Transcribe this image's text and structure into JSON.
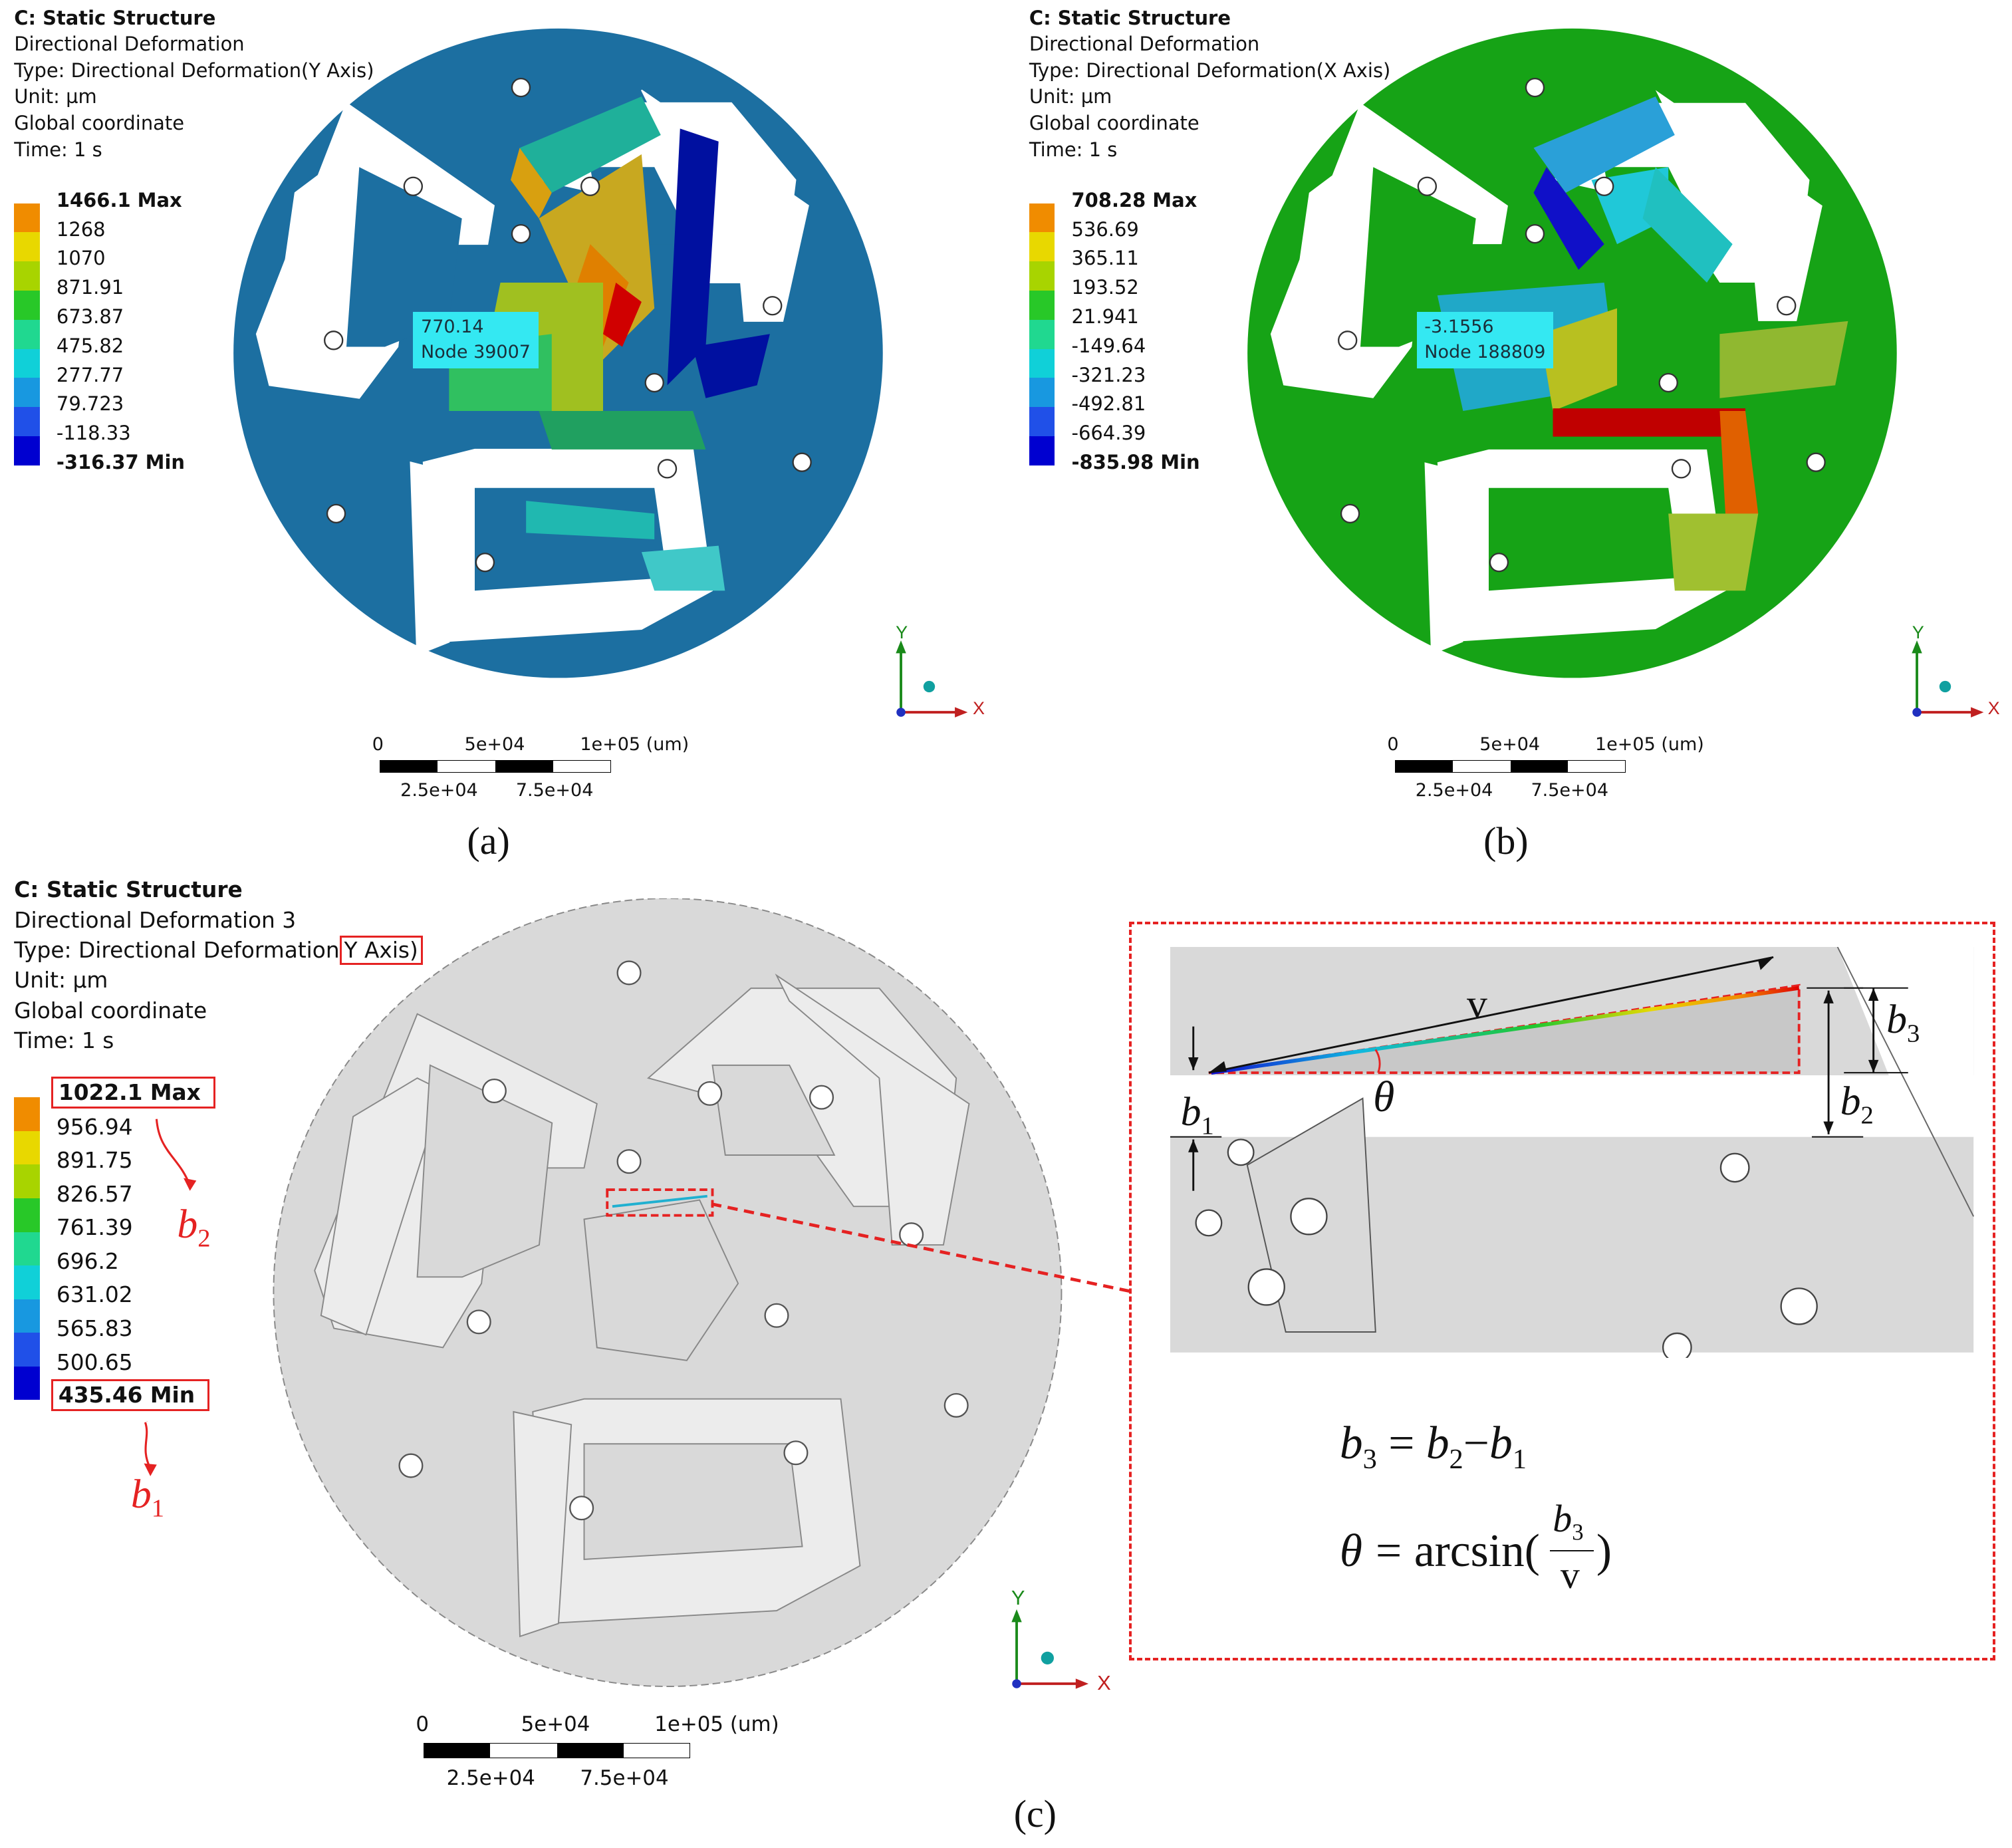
{
  "panel_a": {
    "header": [
      "C: Static Structure",
      "Directional Deformation",
      "Type: Directional Deformation(Y Axis)",
      "Unit: µm",
      "Global coordinate",
      "Time: 1 s"
    ],
    "legend": [
      "1466.1 Max",
      "1268",
      "1070",
      "871.91",
      "673.87",
      "475.82",
      "277.77",
      "79.723",
      "-118.33",
      "-316.37 Min"
    ],
    "probe": [
      "770.14",
      "Node 39007"
    ],
    "label": "(a)"
  },
  "panel_b": {
    "header": [
      "C: Static Structure",
      "Directional Deformation",
      "Type: Directional Deformation(X Axis)",
      "Unit: µm",
      "Global coordinate",
      "Time: 1 s"
    ],
    "legend": [
      "708.28 Max",
      "536.69",
      "365.11",
      "193.52",
      "21.941",
      "-149.64",
      "-321.23",
      "-492.81",
      "-664.39",
      "-835.98 Min"
    ],
    "probe": [
      "-3.1556",
      "Node 188809"
    ],
    "label": "(b)"
  },
  "panel_c": {
    "header": [
      "C: Static Structure",
      "Directional Deformation 3",
      "Type: Directional Deformation",
      "Y Axis)",
      "Unit: µm",
      "Global coordinate",
      "Time: 1 s"
    ],
    "legend": [
      "1022.1 Max",
      "956.94",
      "891.75",
      "826.57",
      "761.39",
      "696.2",
      "631.02",
      "565.83",
      "500.65",
      "435.46 Min"
    ],
    "annot_b2": "b",
    "annot_b2_sub": "2",
    "annot_b1": "b",
    "annot_b1_sub": "1",
    "zoom": {
      "v": "v",
      "theta": "θ",
      "b1": "b",
      "b1_sub": "1",
      "b2": "b",
      "b2_sub": "2",
      "b3": "b",
      "b3_sub": "3",
      "eq1_lhs": "b",
      "eq1_lhs_sub": "3",
      "eq1_eq": "=",
      "eq1_r1": "b",
      "eq1_r1_sub": "2",
      "eq1_minus": "−",
      "eq1_r2": "b",
      "eq1_r2_sub": "1",
      "eq2_lhs": "θ",
      "eq2_eq": "=",
      "eq2_fn": "arcsin(",
      "eq2_num": "b",
      "eq2_num_sub": "3",
      "eq2_den": "v",
      "eq2_close": ")"
    },
    "label": "(c)"
  },
  "axes": {
    "y": "Y",
    "x": "X"
  },
  "scalebar": {
    "top_labels": [
      "0",
      "5e+04",
      "1e+05 (um)"
    ],
    "bottom_labels": [
      "2.5e+04",
      "7.5e+04"
    ]
  },
  "colors": {
    "panel_a_plate": "#1c6fa1",
    "panel_b_plate": "#16a316",
    "panel_c_plate": "#d9d9d9",
    "legend_scale": [
      "#e00000",
      "#f08c00",
      "#e8d800",
      "#a8d400",
      "#28c828",
      "#20d890",
      "#10d0d8",
      "#1898e0",
      "#2050e8",
      "#0000d0"
    ],
    "annotation_red": "#e52222",
    "probe_cyan": "#34e8f2"
  }
}
